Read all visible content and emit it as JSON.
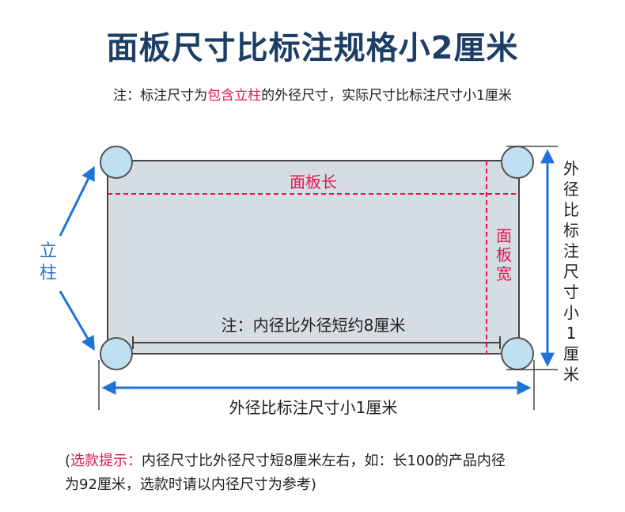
{
  "title": "面板尺寸比标注规格小2厘米",
  "note": {
    "prefix": "注：标注尺寸为",
    "highlight": "包含立柱",
    "suffix": "的外径尺寸，实际尺寸比标注尺寸小1厘米"
  },
  "diagram": {
    "panel_length_label": "面板长",
    "panel_width_label": "面板宽",
    "post_label": "立柱",
    "inner_note": "注：内径比外径短约8厘米",
    "outer_bottom_label": "外径比标注尺寸小1厘米",
    "outer_right_label": "外径比标注尺寸小1厘米"
  },
  "footer": {
    "open_paren": "(",
    "tip_label": "选款提示：",
    "line1_text": "内径尺寸比外径尺寸短8厘米左右，如：长100的产品内径",
    "line2_text": "为92厘米，选款时请以内径尺寸为参考)"
  },
  "colors": {
    "title": "#1d3f66",
    "accent_red": "#e0174f",
    "arrow_blue": "#1e73d6",
    "panel_fill": "#d5dde2",
    "post_fill": "#bfe0f2"
  }
}
